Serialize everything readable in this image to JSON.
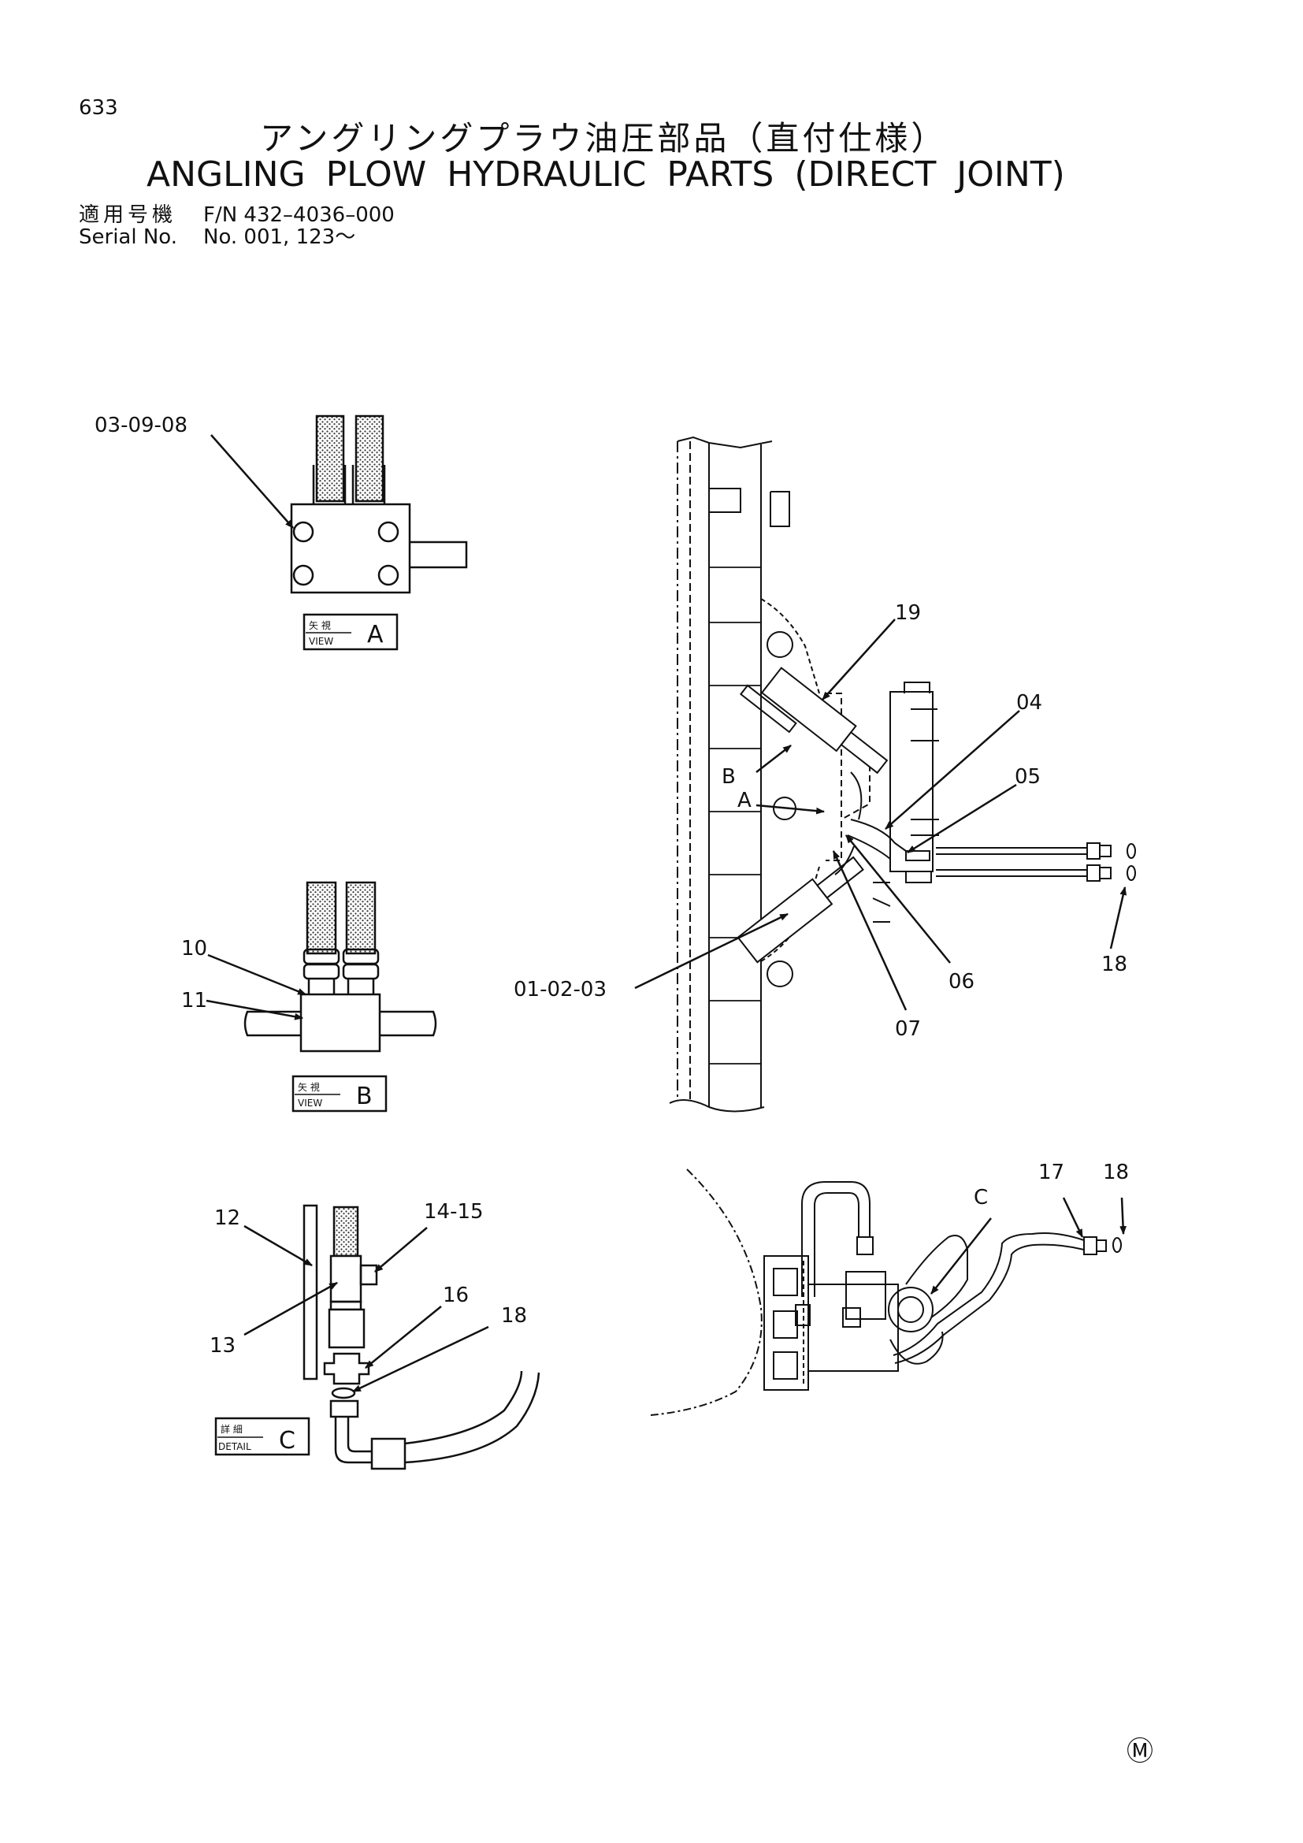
{
  "page_number": "633",
  "title_jp": "アングリングプラウ油圧部品（直付仕様）",
  "title_en": "ANGLING PLOW HYDRAULIC PARTS (DIRECT JOINT)",
  "applicable_label_jp": "適用号機",
  "applicable_value": "F/N 432–4036–000",
  "serial_label": "Serial No.",
  "serial_value": "No. 001, 123～",
  "views": {
    "a": {
      "kanji": "矢 視",
      "word": "VIEW",
      "letter": "A"
    },
    "b": {
      "kanji": "矢 視",
      "word": "VIEW",
      "letter": "B"
    },
    "c": {
      "kanji": "詳 細",
      "word": "DETAIL",
      "letter": "C"
    }
  },
  "callouts": {
    "p03_09_08": "03-09-08",
    "p10": "10",
    "p11": "11",
    "p12": "12",
    "p13": "13",
    "p14_15": "14-15",
    "p16": "16",
    "p18_detail": "18",
    "p19": "19",
    "p04": "04",
    "p05": "05",
    "p06": "06",
    "p07": "07",
    "p01_02_03": "01-02-03",
    "p18_main": "18",
    "p17": "17",
    "p18_lower": "18",
    "view_marker_a": "A",
    "view_marker_b": "B",
    "view_marker_c": "C"
  },
  "footer_mark": "Ⓜ"
}
